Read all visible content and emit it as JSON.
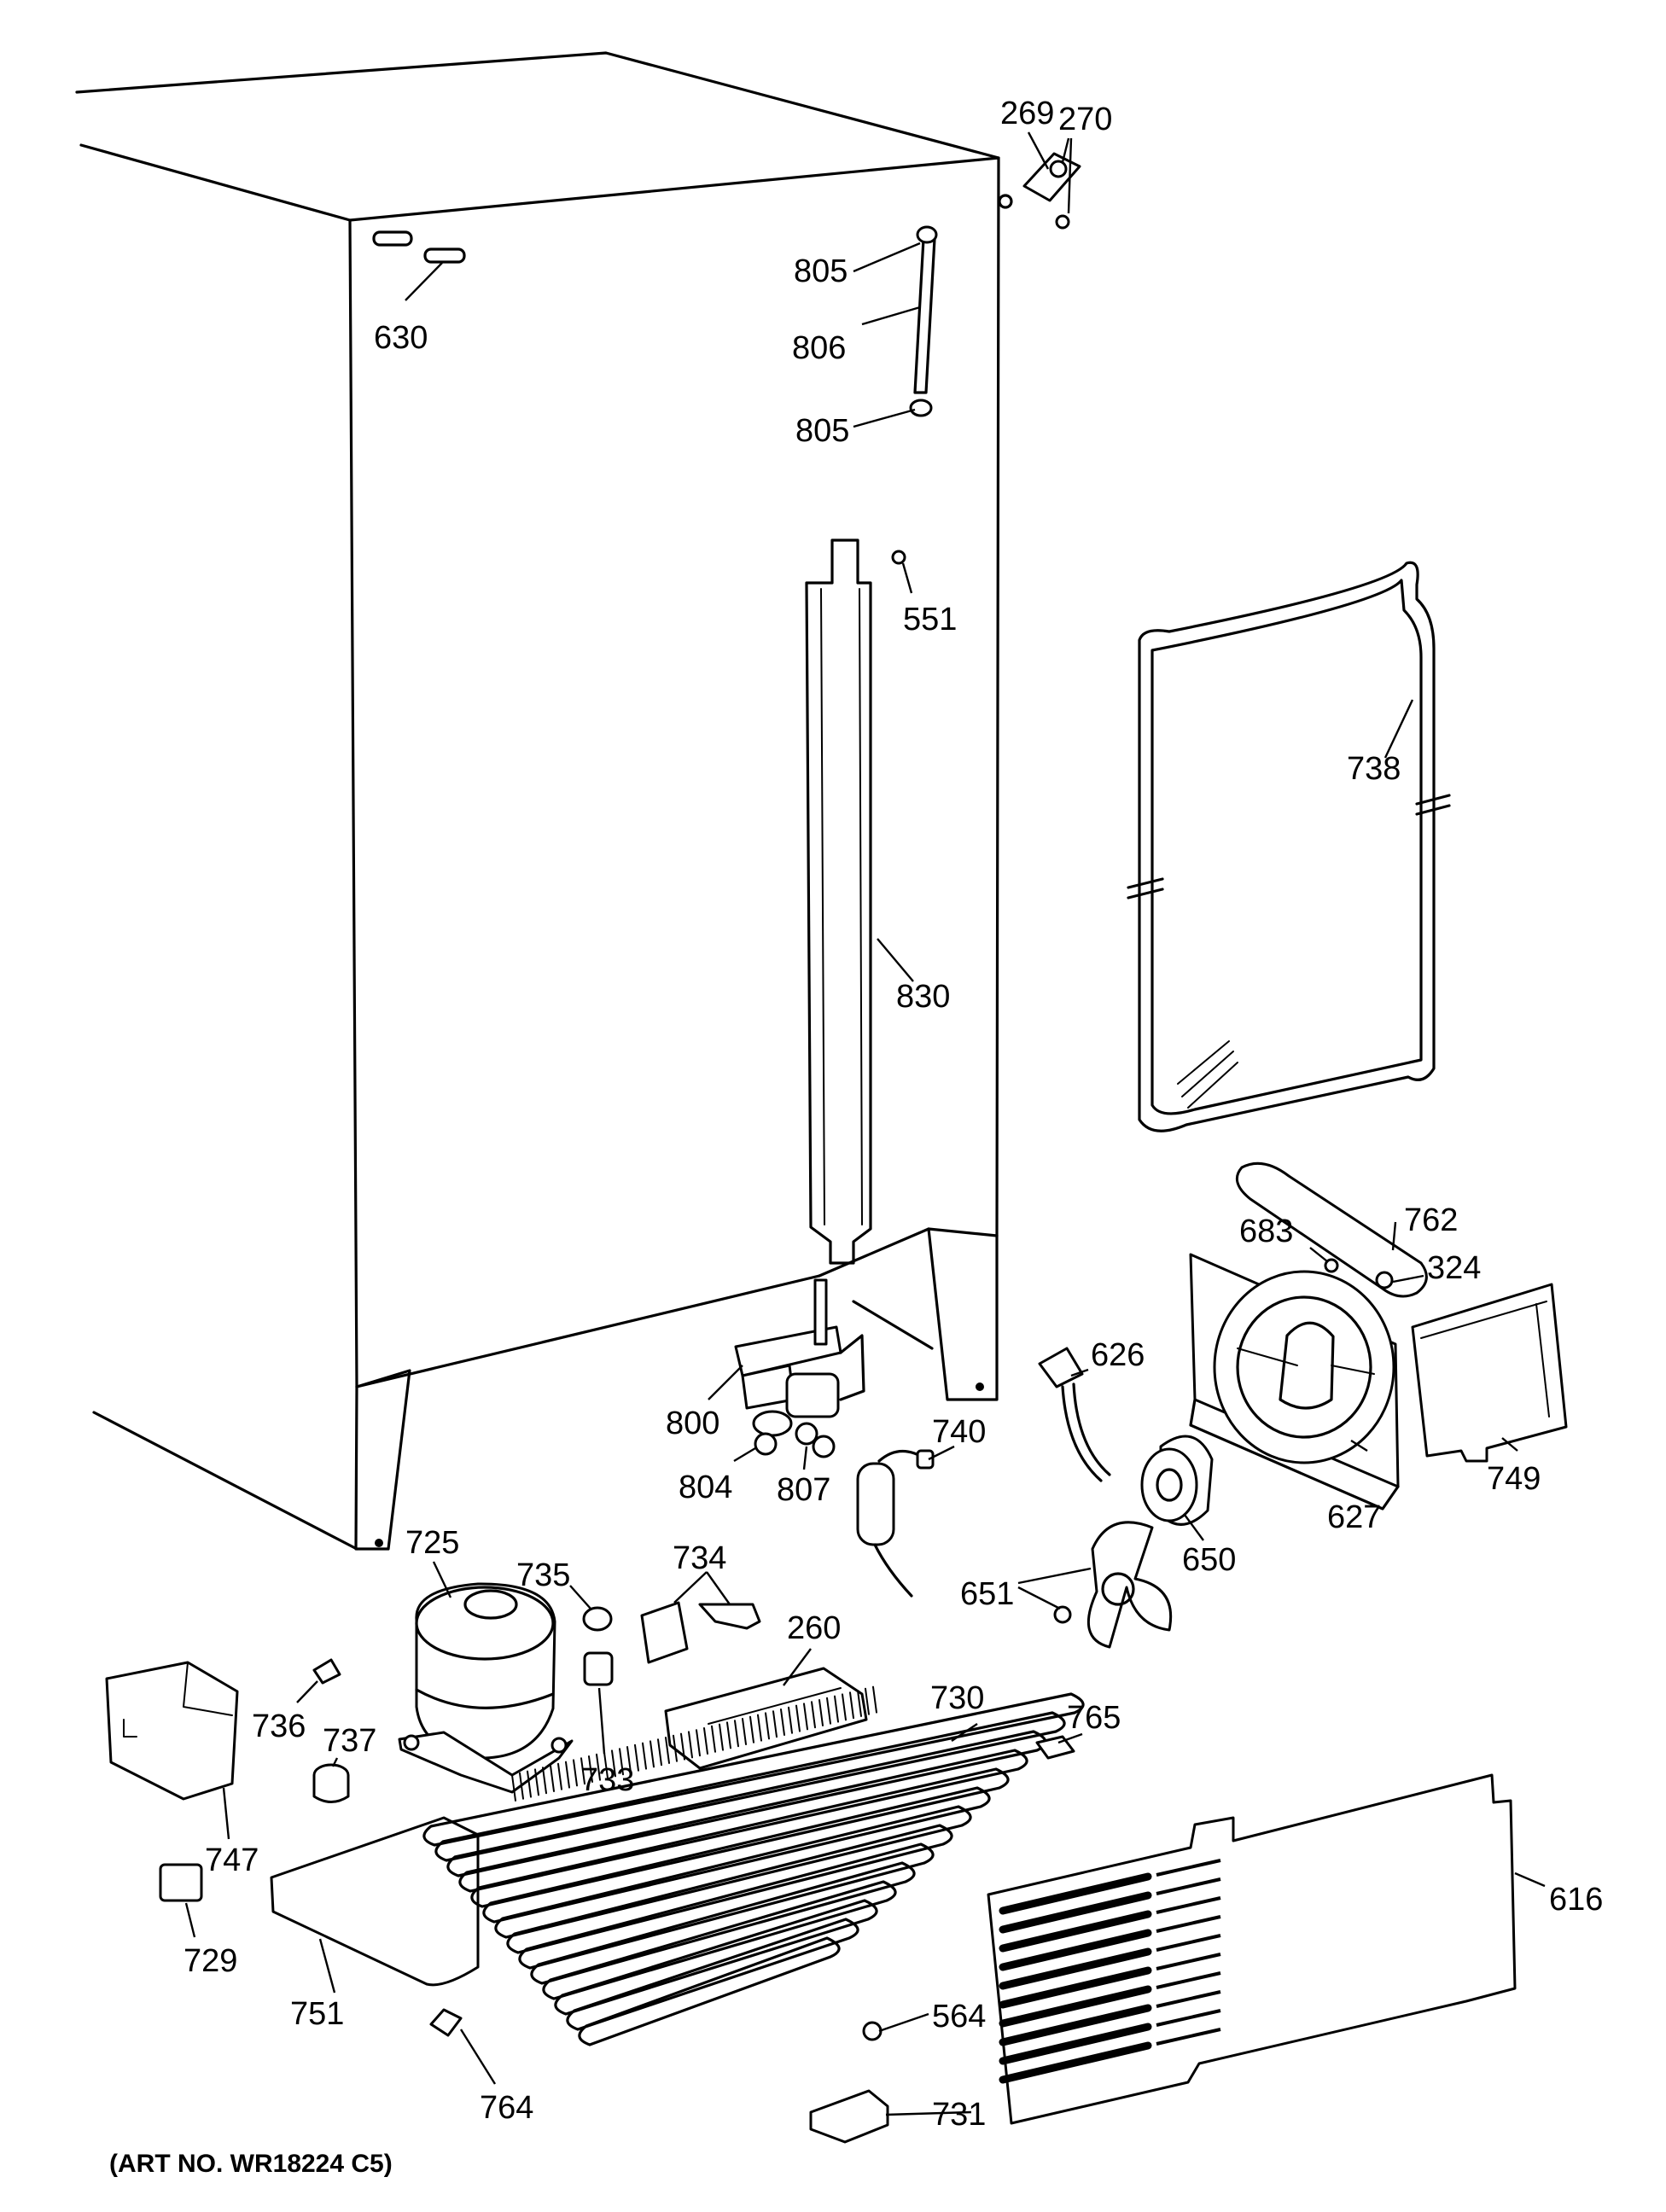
{
  "art_number": "(ART NO. WR18224 C5)",
  "labels": {
    "p269": "269",
    "p270": "270",
    "p805a": "805",
    "p806": "806",
    "p805b": "805",
    "p630": "630",
    "p551": "551",
    "p738": "738",
    "p830": "830",
    "p762": "762",
    "p683": "683",
    "p324": "324",
    "p626": "626",
    "p800": "800",
    "p740": "740",
    "p804": "804",
    "p807": "807",
    "p749": "749",
    "p627": "627",
    "p650": "650",
    "p725": "725",
    "p735": "735",
    "p734": "734",
    "p651": "651",
    "p260": "260",
    "p730": "730",
    "p765": "765",
    "p736": "736",
    "p737": "737",
    "p733": "733",
    "p747": "747",
    "p616": "616",
    "p729": "729",
    "p751": "751",
    "p564": "564",
    "p731": "731",
    "p764": "764"
  }
}
